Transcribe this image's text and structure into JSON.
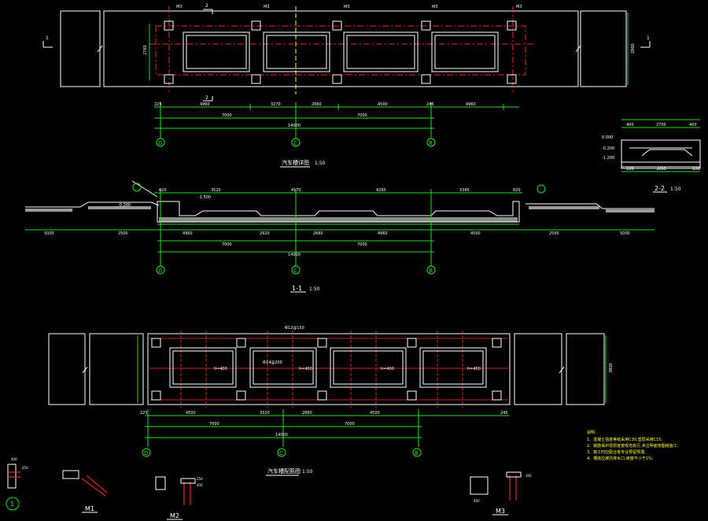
{
  "colors": {
    "background": "#000000",
    "wall": "#ffffff",
    "axis": "#ff2020",
    "dimension": "#20e020",
    "label": "#ffffff",
    "rebar": "#ff3030",
    "grid_dash": "#ff4040",
    "notes": "#ffff40"
  },
  "plan": {
    "title_cn": "汽车槽详图",
    "scale": "1:50",
    "section_marks": {
      "left": "1",
      "right": "1",
      "top": "2",
      "bottom": "2"
    },
    "top_tags": [
      "M3",
      "M3",
      "M3",
      "M3",
      "M3"
    ],
    "side_dim": "2760",
    "right_dim": "2800",
    "overall_dim": "14000",
    "half_dims": [
      "7000",
      "7000"
    ],
    "segment_dims": [
      "225",
      "4960",
      "3270",
      "2660",
      "4500",
      "245",
      "4960"
    ],
    "axes": [
      "D",
      "C",
      "B"
    ]
  },
  "section_1": {
    "title": "1-1",
    "scale": "1:50",
    "dims_top": [
      "620",
      "3520",
      "4170",
      "4260",
      "3345",
      "620"
    ],
    "dims_bottom": [
      "5000",
      "2500",
      "4960",
      "2920",
      "2660",
      "4960",
      "4500",
      "2500",
      "5000"
    ],
    "overall_dim": "14000",
    "half_dims": [
      "7000",
      "7000"
    ],
    "axes": [
      "D",
      "C",
      "B"
    ],
    "level_left": "-0.200",
    "level_mid": "-1.500"
  },
  "section_2": {
    "title": "2-2",
    "scale": "1:50",
    "dims_top": [
      "400",
      "2700",
      "400"
    ],
    "dims_bottom": [
      "100",
      "3000",
      "100"
    ],
    "levels": [
      "0.000",
      "-0.200",
      "-1.200"
    ]
  },
  "foundation": {
    "title_cn": "汽车槽配筋图",
    "scale": "1:50",
    "cells": [
      "h=400",
      "h=400",
      "h=400",
      "h=400"
    ],
    "side_dim": "3800",
    "overall_dim": "14000",
    "half_dims": [
      "7000",
      "7000"
    ],
    "segment_dims": [
      "225",
      "4500",
      "3320",
      "2860",
      "4500",
      "245"
    ],
    "axes": [
      "D",
      "C",
      "B"
    ],
    "rebar_top": "Φ12@150",
    "rebar_mid": "Φ14@200"
  },
  "notes": {
    "title": "说明:",
    "lines": [
      "1、混凝土强度等级采用C30,垫层采用C15;",
      "2、钢筋保护层厚度按规范执行,未注明者按图纸施工;",
      "3、施工时应配合各专业预留预埋;",
      "4、槽底应坡向排水口,坡度不小于1%;"
    ]
  },
  "details": {
    "circle_label": "1",
    "m1": "M1",
    "m2": "M2",
    "m3": "M3",
    "d1_dims": [
      "400",
      "250"
    ],
    "m2_dims": [
      "250",
      "400"
    ],
    "m3_dims": [
      "300",
      "400"
    ]
  }
}
